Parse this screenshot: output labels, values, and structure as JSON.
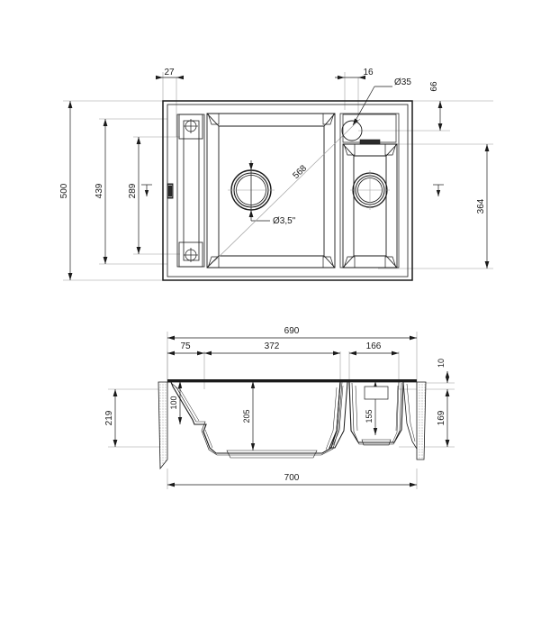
{
  "drawing": {
    "title": "Kitchen sink technical drawing",
    "background_color": "#ffffff",
    "line_color": "#1a1a1a",
    "thin_line_color": "#9a9a9a",
    "views": [
      {
        "name": "top-view",
        "label": ""
      },
      {
        "name": "section-view",
        "label": ""
      }
    ]
  },
  "top_view": {
    "name": "top-view",
    "dimensions": {
      "overall_height": "500",
      "inner_height_439": "439",
      "inner_height_289": "289",
      "left_offset": "27",
      "right_offset": "16",
      "tap_hole_diameter": "Ø35",
      "top_offset_66": "66",
      "right_bowl_height": "364",
      "diagonal": "568",
      "drain_diameter": "Ø3,5\""
    }
  },
  "section_view": {
    "name": "section-view",
    "dimensions": {
      "overall_width_690": "690",
      "cutout_width_700": "700",
      "ledge_width_75": "75",
      "main_bowl_width_372": "372",
      "small_bowl_width_166": "166",
      "rim_thickness_10": "10",
      "ledge_depth_100": "100",
      "main_bowl_depth_205": "205",
      "small_bowl_depth_155": "155",
      "total_depth_219": "219",
      "right_depth_169": "169"
    }
  }
}
